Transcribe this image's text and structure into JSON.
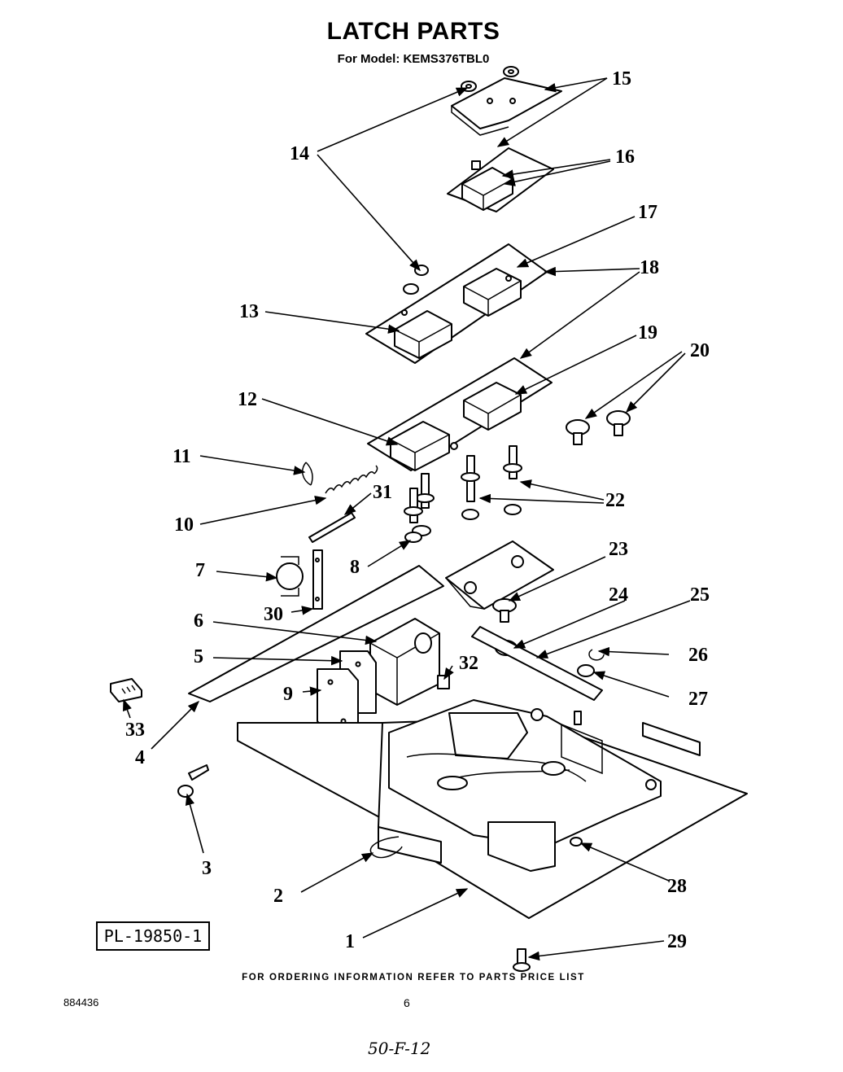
{
  "header": {
    "title": "LATCH PARTS",
    "model": "For Model: KEMS376TBL0"
  },
  "drawing_id": "PL-19850-1",
  "footer_note": "FOR ORDERING INFORMATION REFER TO PARTS PRICE LIST",
  "document_number": "884436",
  "page_number": "6",
  "handwritten_note": "50-F-12",
  "callouts": [
    "1",
    "2",
    "3",
    "4",
    "5",
    "6",
    "7",
    "8",
    "9",
    "10",
    "11",
    "12",
    "13",
    "14",
    "15",
    "16",
    "17",
    "18",
    "19",
    "20",
    "22",
    "23",
    "24",
    "25",
    "26",
    "27",
    "28",
    "29",
    "30",
    "31",
    "32",
    "33"
  ]
}
